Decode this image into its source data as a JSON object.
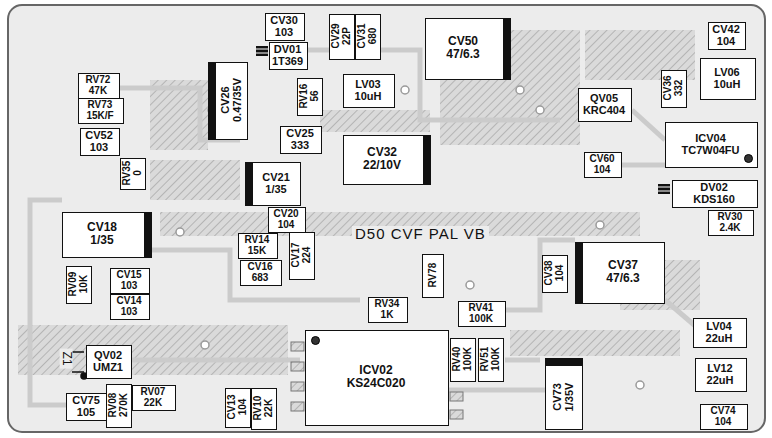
{
  "diagram": {
    "nodes": [
      {
        "text": [
          "CV30",
          "103"
        ]
      },
      {
        "text": [
          "DV01",
          "1T369"
        ]
      },
      {
        "text": [
          "CV29",
          "22P"
        ]
      },
      {
        "text": [
          "CV31",
          "680"
        ]
      },
      {
        "text": [
          "CV50",
          "47/6.3"
        ]
      },
      {
        "text": [
          "CV42",
          "104"
        ]
      },
      {
        "text": [
          "RV72",
          "47K"
        ]
      },
      {
        "text": [
          "CV26",
          "0.47/35V"
        ]
      },
      {
        "text": [
          "RV16",
          "56"
        ]
      },
      {
        "text": [
          "LV03",
          "10uH"
        ]
      },
      {
        "text": [
          "LV06",
          "10uH"
        ]
      },
      {
        "text": [
          "CV36",
          "332"
        ]
      },
      {
        "text": [
          "QV05",
          "KRC404"
        ]
      },
      {
        "text": [
          "RV73",
          "15K/F"
        ]
      },
      {
        "text": [
          "ICV04",
          "TC7W04FU"
        ]
      },
      {
        "text": [
          "CV52",
          "103"
        ]
      },
      {
        "text": [
          "CV25",
          "333"
        ]
      },
      {
        "text": [
          "CV32",
          "22/10V"
        ]
      },
      {
        "text": [
          "CV60",
          "104"
        ]
      },
      {
        "text": [
          "RV35",
          "0"
        ]
      },
      {
        "text": [
          "CV21",
          "1/35"
        ]
      },
      {
        "text": [
          "DV02",
          "KDS160"
        ]
      },
      {
        "text": [
          "CV20",
          "104"
        ]
      },
      {
        "text": [
          "RV30",
          "2.4K"
        ]
      },
      {
        "text": [
          "CV18",
          "1/35"
        ]
      },
      {
        "text": [
          "RV14",
          "15K"
        ]
      },
      {
        "text": [
          "CV17",
          "224"
        ]
      },
      {
        "text": [
          "CV16",
          "683"
        ]
      },
      {
        "text": [
          "CV38",
          "104"
        ]
      },
      {
        "text": [
          "CV37",
          "47/6.3"
        ]
      },
      {
        "text": [
          "RV09",
          "10K"
        ]
      },
      {
        "text": [
          "CV15",
          "103"
        ]
      },
      {
        "text": [
          "RV78"
        ]
      },
      {
        "text": [
          "CV14",
          "103"
        ]
      },
      {
        "text": [
          "RV34",
          "1K"
        ]
      },
      {
        "text": [
          "RV41",
          "100K"
        ]
      },
      {
        "text": [
          "LV04",
          "22uH"
        ]
      },
      {
        "text": [
          "QV02",
          "UMZ1"
        ]
      },
      {
        "text": [
          "ICV02",
          "KS24C020"
        ]
      },
      {
        "text": [
          "RV40",
          "100K"
        ]
      },
      {
        "text": [
          "RV51",
          "100K"
        ]
      },
      {
        "text": [
          "CV73",
          "1/35V"
        ]
      },
      {
        "text": [
          "LV12",
          "22uH"
        ]
      },
      {
        "text": [
          "CV75",
          "105"
        ]
      },
      {
        "text": [
          "RV08",
          "270K"
        ]
      },
      {
        "text": [
          "RV07",
          "22K"
        ]
      },
      {
        "text": [
          "CV13",
          "104"
        ]
      },
      {
        "text": [
          "RV10",
          "22K"
        ]
      },
      {
        "text": [
          "CV74",
          "104"
        ]
      }
    ],
    "labels": [
      "D50 CVF PAL VB",
      "Z1"
    ]
  }
}
